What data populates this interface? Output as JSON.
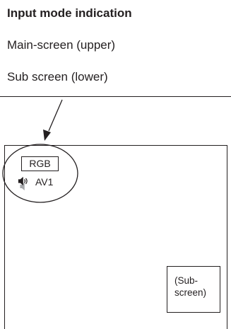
{
  "legend": {
    "title": "Input mode indication",
    "main_screen": "Main-screen (upper)",
    "sub_screen": "Sub screen (lower)"
  },
  "screen": {
    "main_input": "RGB",
    "sub_input": "AV1",
    "subscreen_label_line1": "(Sub-",
    "subscreen_label_line2": "screen)"
  },
  "icons": {
    "audio": "speaker-icon"
  },
  "colors": {
    "ink": "#231f20",
    "speaker_secondary": "#a7a9ac"
  }
}
